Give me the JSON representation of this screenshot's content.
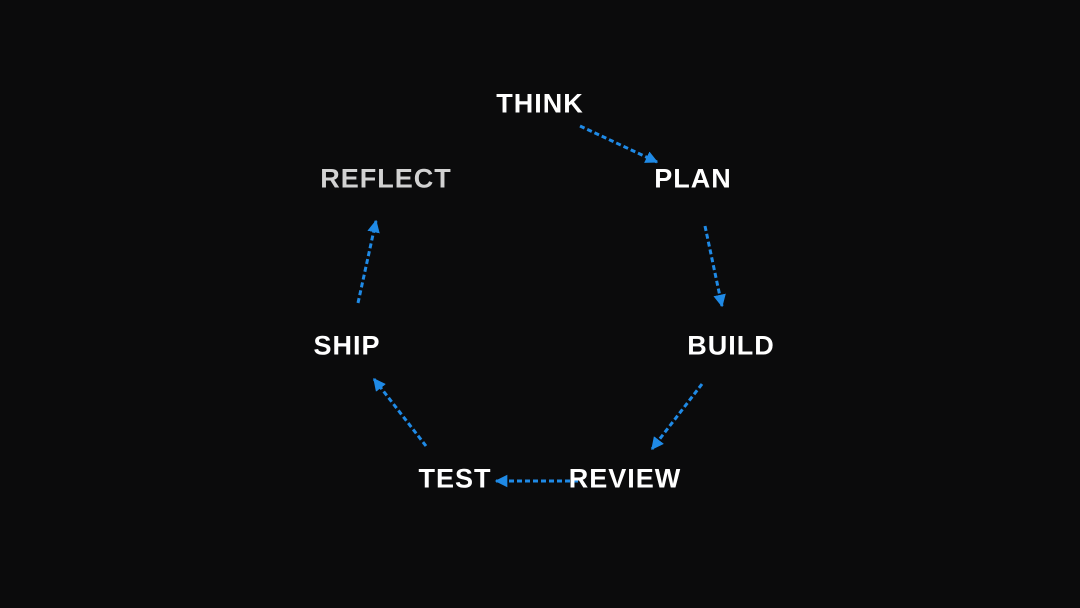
{
  "diagram": {
    "nodes": [
      {
        "id": "think",
        "label": "THINK"
      },
      {
        "id": "plan",
        "label": "PLAN"
      },
      {
        "id": "build",
        "label": "BUILD"
      },
      {
        "id": "review",
        "label": "REVIEW"
      },
      {
        "id": "test",
        "label": "TEST"
      },
      {
        "id": "ship",
        "label": "SHIP"
      },
      {
        "id": "reflect",
        "label": "REFLECT"
      }
    ],
    "edges": [
      {
        "from": "think",
        "to": "plan"
      },
      {
        "from": "plan",
        "to": "build"
      },
      {
        "from": "build",
        "to": "review"
      },
      {
        "from": "review",
        "to": "test"
      },
      {
        "from": "test",
        "to": "ship"
      },
      {
        "from": "ship",
        "to": "reflect"
      }
    ]
  },
  "colors": {
    "background": "#0b0b0c",
    "label": "#ffffff",
    "label_muted": "#d2d2d2",
    "arrow": "#1f8ae6"
  }
}
